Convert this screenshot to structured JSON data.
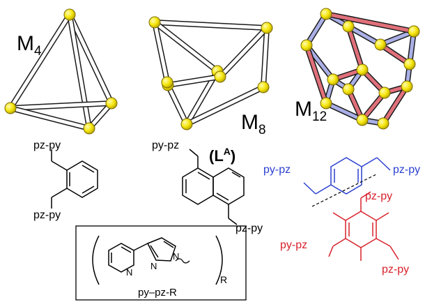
{
  "cages": {
    "m4": {
      "label_main": "M",
      "label_sub": "4"
    },
    "m8": {
      "label_main": "M",
      "label_sub": "8"
    },
    "m12": {
      "label_main": "M",
      "label_sub": "12"
    }
  },
  "ligands": {
    "ortho": {
      "top": "pz-py",
      "bottom": "pz-py"
    },
    "naphthyl": {
      "top": "py-pz",
      "bottom": "pz-py",
      "name_open": "(L",
      "name_sup": "A",
      "name_close": ")"
    },
    "para": {
      "left": "py-pz",
      "right": "pz-py"
    },
    "durene": {
      "top": "pz-py",
      "left": "py-pz",
      "right": "pz-py"
    }
  },
  "inset": {
    "caption": "py–pz-R",
    "n1": "N",
    "n2": "N",
    "n3": "N",
    "r": "R"
  },
  "colors": {
    "node": "#f5e60c",
    "node_stroke": "#7a6a00",
    "rod_light": "#ffffff",
    "blue": "#2a3fd0",
    "red": "#d8202a",
    "rod_blue": "#aab0e6",
    "rod_red": "#e0707a"
  }
}
